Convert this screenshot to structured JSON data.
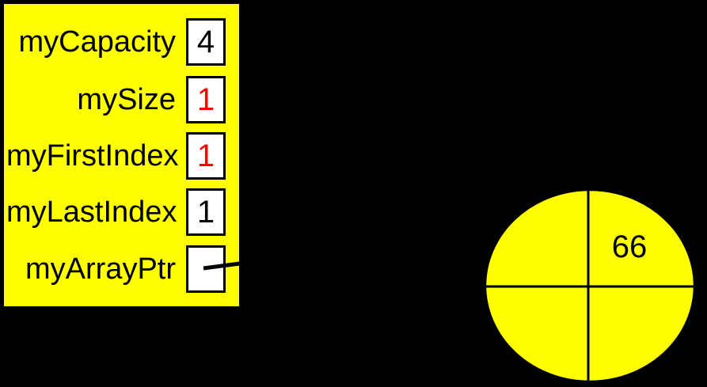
{
  "colors": {
    "background": "#000000",
    "panel_fill": "#ffff00",
    "circle_fill": "#ffff00",
    "value_box_fill": "#ffffff",
    "border": "#000000",
    "default_text": "#000000",
    "highlight_text": "#ff0000"
  },
  "record": {
    "fields": [
      {
        "label": "myCapacity",
        "value": "4",
        "value_color": "#000000"
      },
      {
        "label": "mySize",
        "value": "1",
        "value_color": "#ff0000"
      },
      {
        "label": "myFirstIndex",
        "value": "1",
        "value_color": "#ff0000"
      },
      {
        "label": "myLastIndex",
        "value": "1",
        "value_color": "#000000"
      },
      {
        "label": "myArrayPtr",
        "value": "",
        "value_color": "#000000"
      }
    ]
  },
  "array_circle": {
    "num_slots": 4,
    "slots": [
      {
        "position": "top-left",
        "value": ""
      },
      {
        "position": "top-right",
        "value": "66"
      },
      {
        "position": "bottom-right",
        "value": ""
      },
      {
        "position": "bottom-left",
        "value": ""
      }
    ]
  }
}
